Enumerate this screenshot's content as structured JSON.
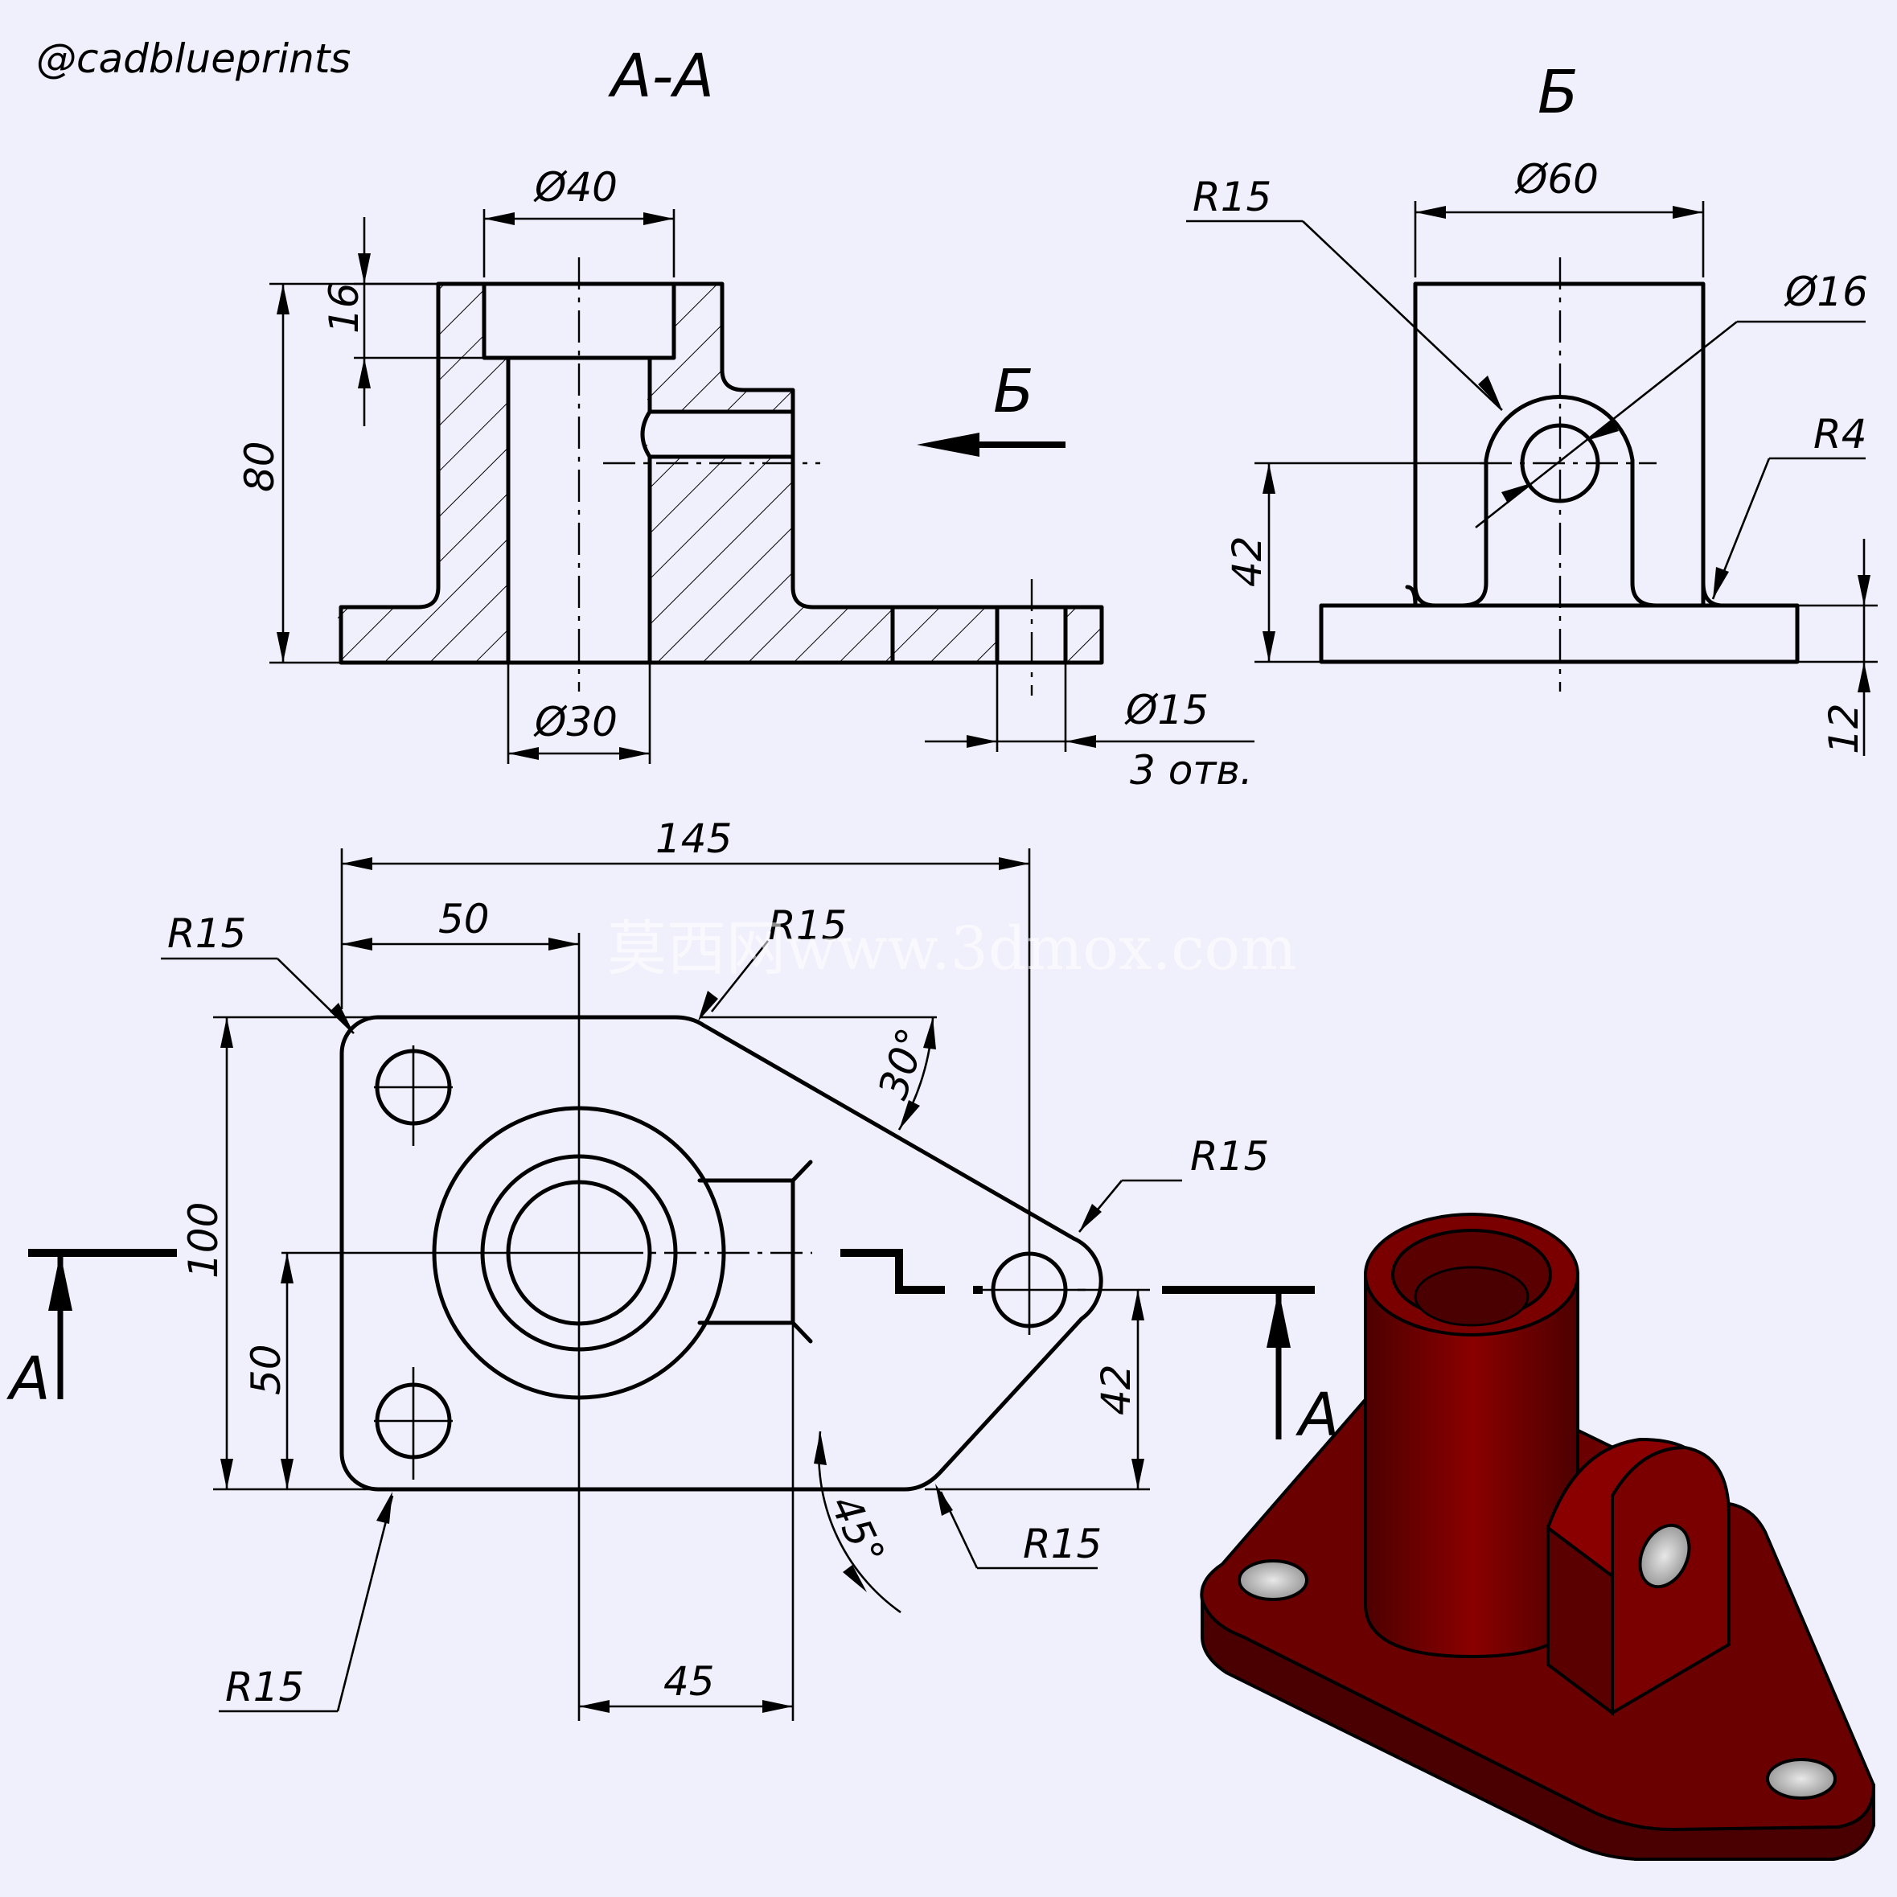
{
  "credit": "@cadblueprints",
  "watermark": "莫西网www.3dmox.com",
  "section_view": {
    "title": "A-A",
    "view_direction_label": "Б",
    "dims": {
      "top_bore": "Ø40",
      "top_depth": "16",
      "height": "80",
      "bore": "Ø30",
      "hole": "Ø15",
      "hole_note": "3 отв."
    }
  },
  "side_view": {
    "title": "Б",
    "dims": {
      "radius": "R15",
      "width": "Ø60",
      "pin_hole": "Ø16",
      "fillet": "R4",
      "axis_height": "42",
      "base_thickness": "12"
    }
  },
  "plan_view": {
    "dims": {
      "overall_length": "145",
      "offset": "50",
      "r_top_left": "R15",
      "r_top_mid": "R15",
      "angle_top": "30°",
      "r_right": "R15",
      "depth": "100",
      "half_depth": "50",
      "hole_height": "42",
      "r_bottom_right": "R15",
      "angle_bottom": "45°",
      "r_bottom_left": "R15",
      "lug_offset": "45"
    },
    "cut_label_left": "A",
    "cut_label_right": "A"
  },
  "model_color": "#6a0000"
}
